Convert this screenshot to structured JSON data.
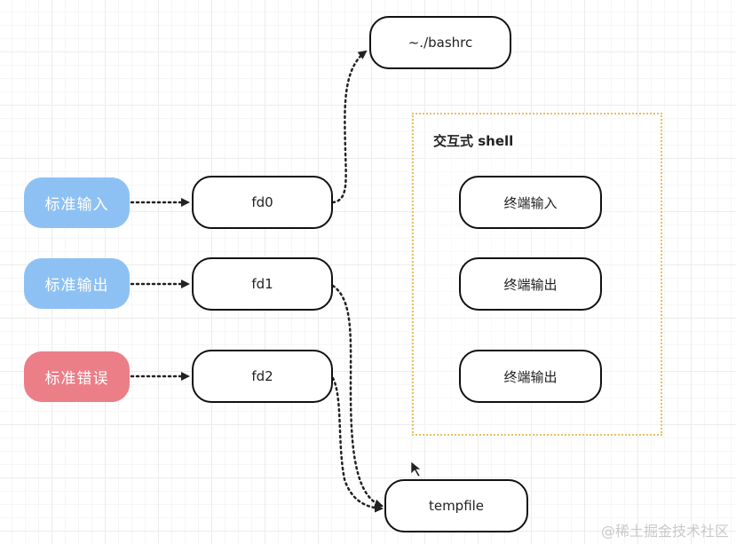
{
  "sources": {
    "stdin": {
      "label": "标准输入",
      "color": "#8ec1f3"
    },
    "stdout": {
      "label": "标准输出",
      "color": "#8ec1f3"
    },
    "stderr": {
      "label": "标准错误",
      "color": "#eb7e87"
    }
  },
  "descriptors": {
    "fd0": "fd0",
    "fd1": "fd1",
    "fd2": "fd2"
  },
  "targets": {
    "bashrc": "~./bashrc",
    "tempfile": "tempfile"
  },
  "shell": {
    "title": "交互式 shell",
    "terminal_in": "终端输入",
    "terminal_out_1": "终端输出",
    "terminal_out_2": "终端输出"
  },
  "watermark": "@稀土掘金技术社区",
  "colors": {
    "source_blue": "#8ec1f3",
    "source_red": "#eb7e87",
    "shell_border": "#e8c063"
  }
}
